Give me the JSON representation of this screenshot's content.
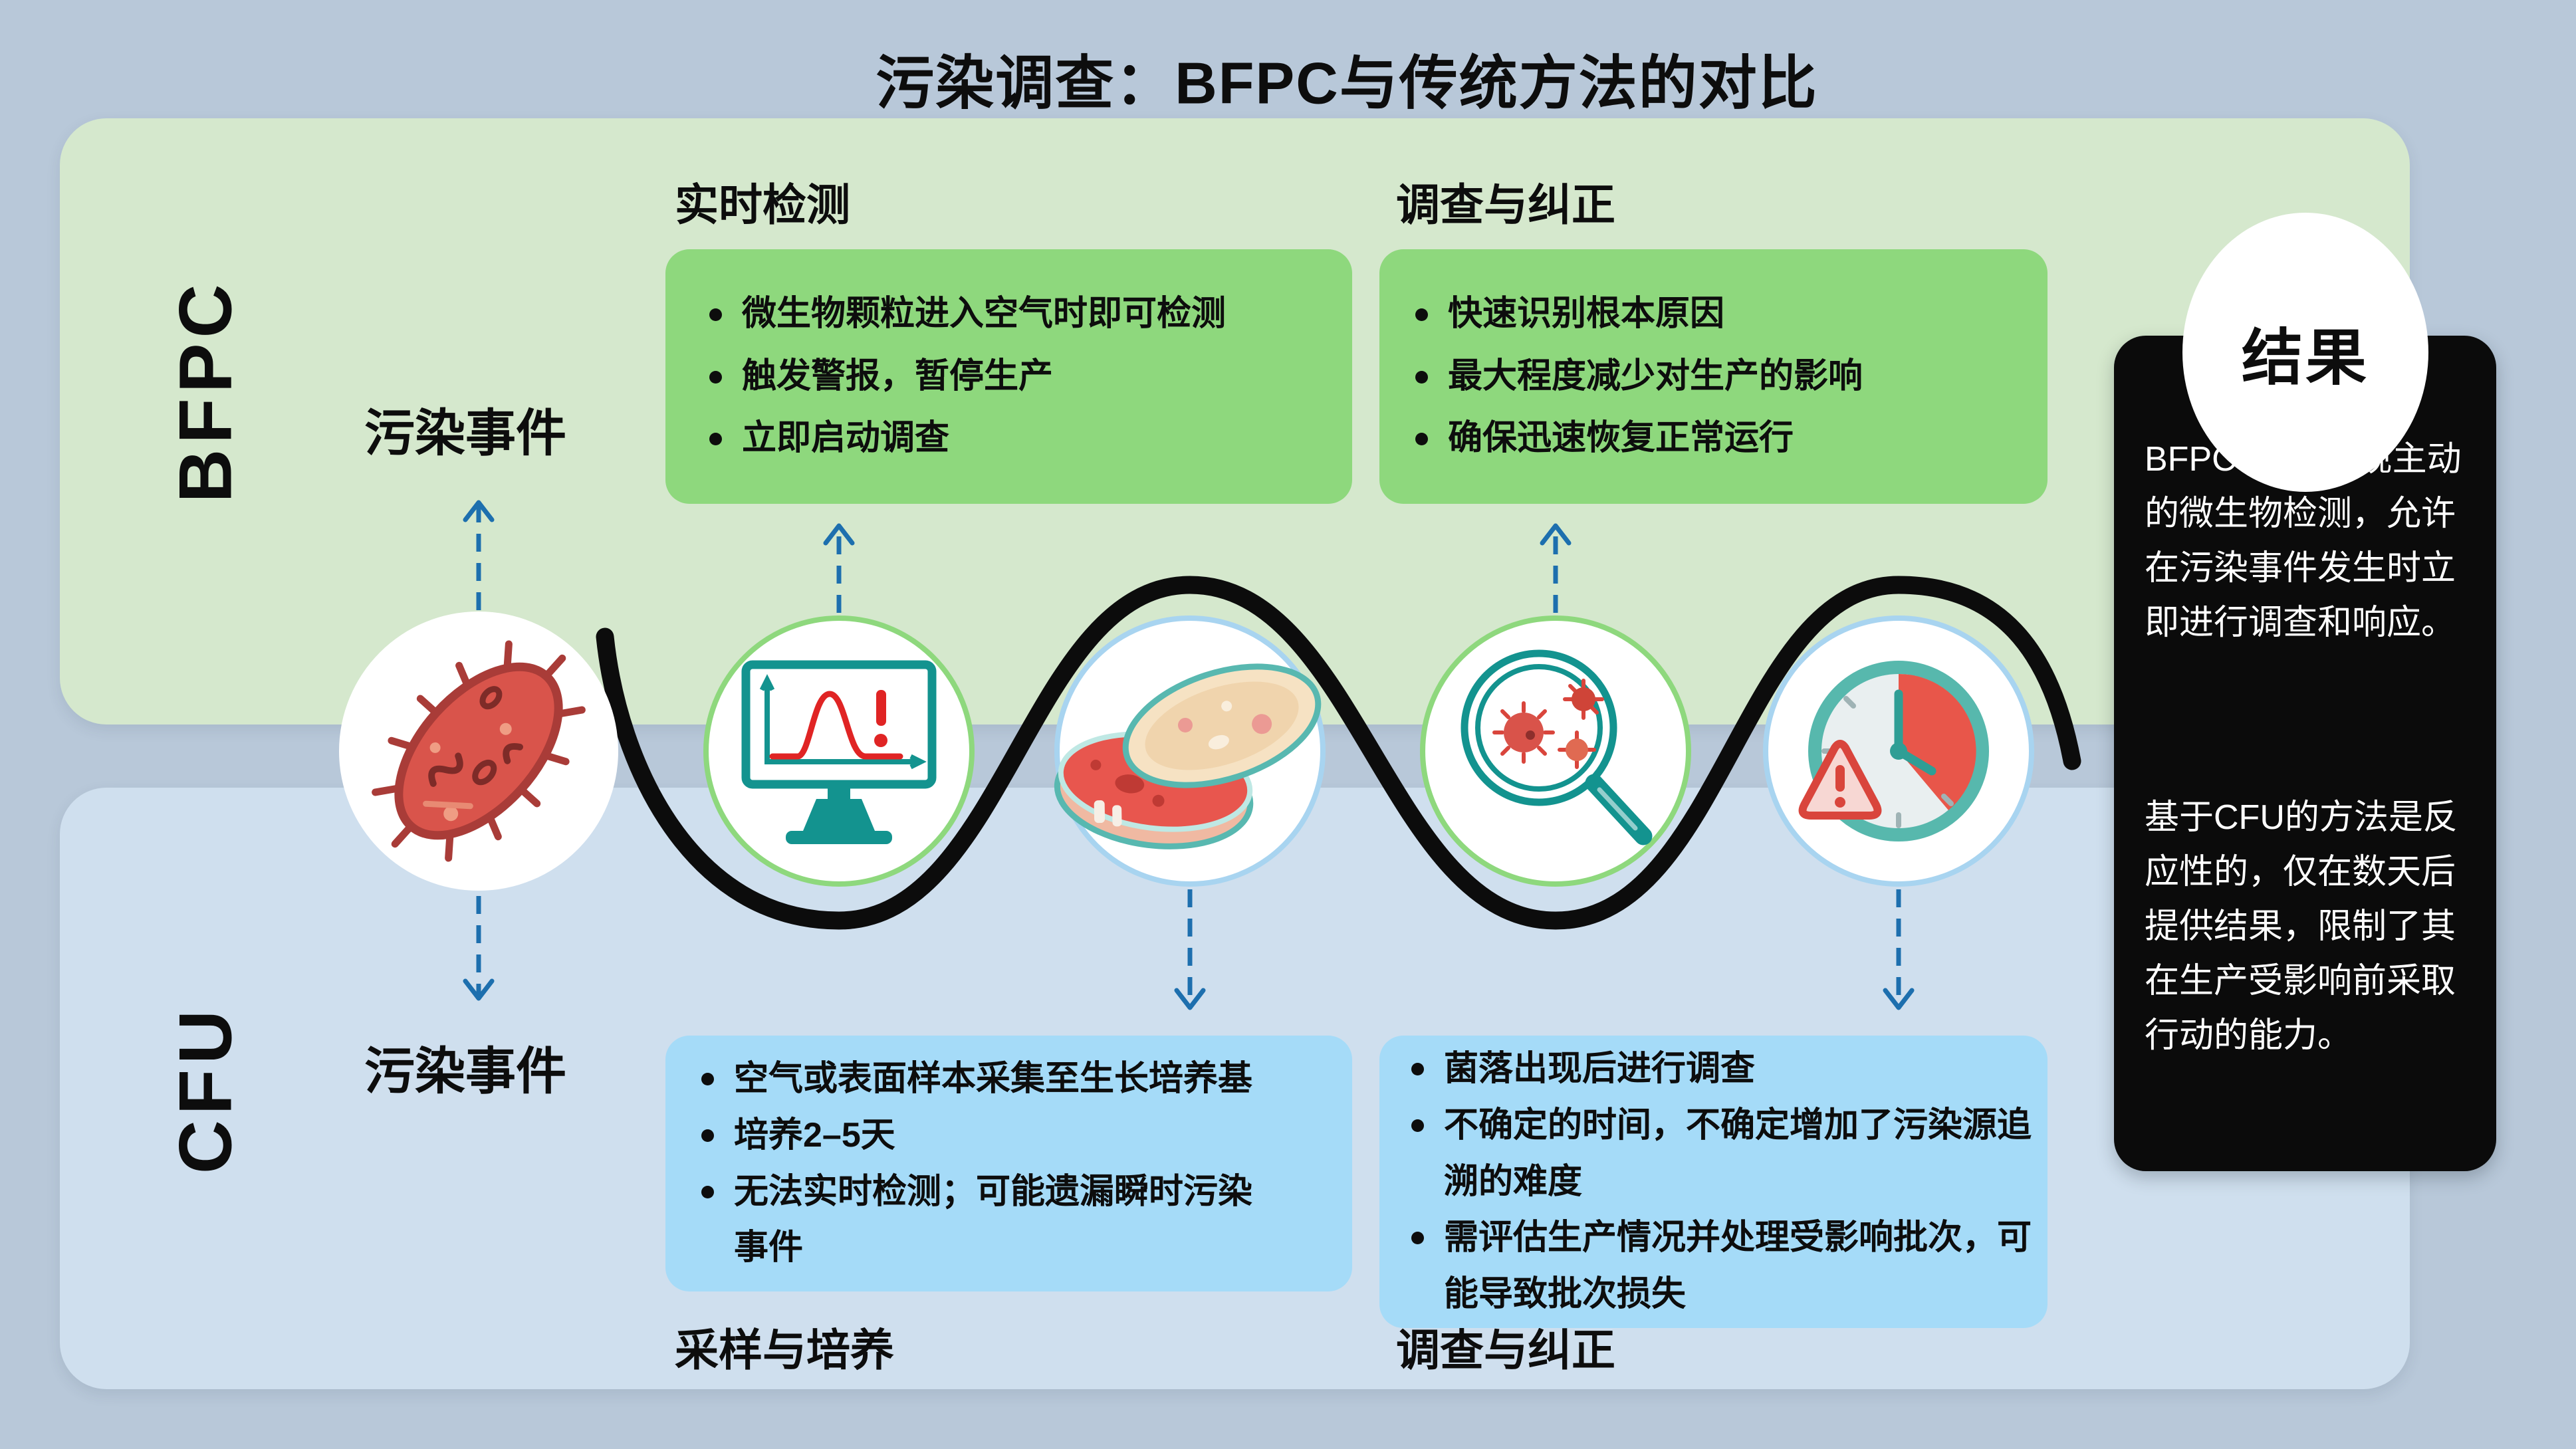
{
  "title": "污染调查：BFPC与传统方法的对比",
  "bfpc": {
    "side_label": "BFPC",
    "event_label": "污染事件",
    "detection": {
      "header": "实时检测",
      "bullets": [
        "微生物颗粒进入空气时即可检测",
        "触发警报，暂停生产",
        "立即启动调查"
      ]
    },
    "correction": {
      "header": "调查与纠正",
      "bullets": [
        "快速识别根本原因",
        "最大程度减少对生产的影响",
        "确保迅速恢复正常运行"
      ]
    }
  },
  "cfu": {
    "side_label": "CFU",
    "event_label": "污染事件",
    "sampling": {
      "header": "采样与培养",
      "bullets": [
        "空气或表面样本采集至生长培养基",
        "培养2–5天",
        "无法实时检测；可能遗漏瞬时污染事件"
      ]
    },
    "correction": {
      "header": "调查与纠正",
      "bullets": [
        "菌落出现后进行调查",
        "不确定的时间，不确定增加了污染源追溯的难度",
        "需评估生产情况并处理受影响批次，可能导致批次损失"
      ]
    }
  },
  "result": {
    "badge": "结果",
    "paragraphs": [
      "BFPCs能够实现主动的微生物检测，允许在污染事件发生时立即进行调查和响应。",
      "基于CFU的方法是反应性的，仅在数天后提供结果，限制了其在生产受影响前采取行动的能力。"
    ]
  },
  "icons": [
    "bacteria-icon",
    "monitor-alert-icon",
    "petri-dish-icon",
    "magnifier-virus-icon",
    "clock-warning-icon"
  ],
  "colors": {
    "background": "#b8c8d9",
    "bfpc_panel": "#d5e8cd",
    "bfpc_box": "#8ed87d",
    "cfu_panel": "#cfdfee",
    "cfu_box": "#a5dbf8",
    "result_box": "#0b0b0b",
    "arrow_blue": "#1d6fae",
    "wave_black": "#0c0c0c"
  }
}
